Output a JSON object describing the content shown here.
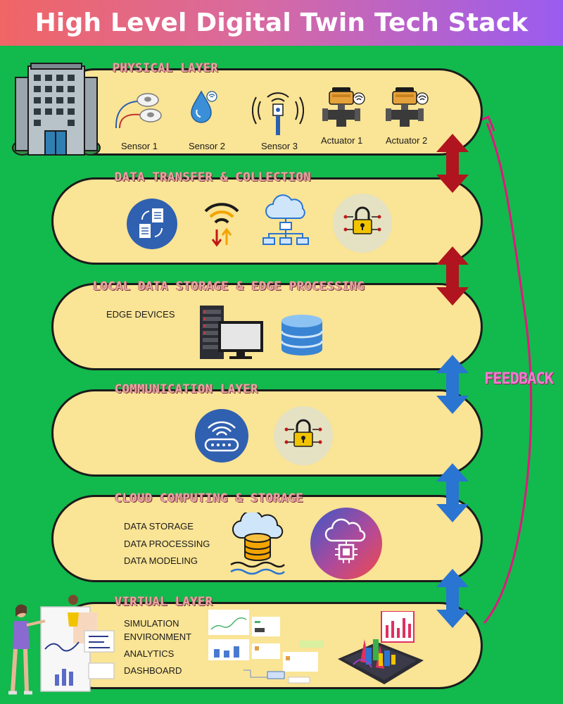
{
  "title": "High Level Digital Twin Tech Stack",
  "layers": {
    "physical": {
      "title": "PHYSICAL LAYER",
      "items": [
        "Sensor 1",
        "Sensor 2",
        "Sensor 3",
        "Actuator 1",
        "Actuator 2"
      ]
    },
    "data_transfer": {
      "title": "DATA TRANSFER & COLLECTION"
    },
    "local_storage": {
      "title": "LOCAL DATA STORAGE & EDGE PROCESSING",
      "label": "EDGE DEVICES"
    },
    "communication": {
      "title": "COMMUNICATION LAYER"
    },
    "cloud": {
      "title": "CLOUD COMPUTING & STORAGE",
      "items": [
        "DATA STORAGE",
        "DATA PROCESSING",
        "DATA MODELING"
      ]
    },
    "virtual": {
      "title": "VIRTUAL LAYER",
      "items": [
        "SIMULATION",
        "ENVIRONMENT",
        "ANALYTICS",
        "DASHBOARD"
      ]
    }
  },
  "feedback_label": "FEEDBACK",
  "colors": {
    "background": "#12b94c",
    "layer_fill": "#fae495",
    "arrow_red": "#b0141e",
    "arrow_blue": "#2a74d2",
    "feedback": "#e0187e"
  },
  "icons": [
    "building-icon",
    "sensor-pads-icon",
    "water-drop-sensor-icon",
    "signal-tower-icon",
    "valve-actuator-icon",
    "file-transfer-icon",
    "wifi-updown-icon",
    "cloud-network-icon",
    "lock-circuit-icon",
    "server-monitor-icon",
    "database-icon",
    "router-icon",
    "cloud-database-icon",
    "cloud-chip-icon",
    "person-dashboard-icon",
    "dashboard-screenshot-icon",
    "tablet-chart-icon"
  ]
}
